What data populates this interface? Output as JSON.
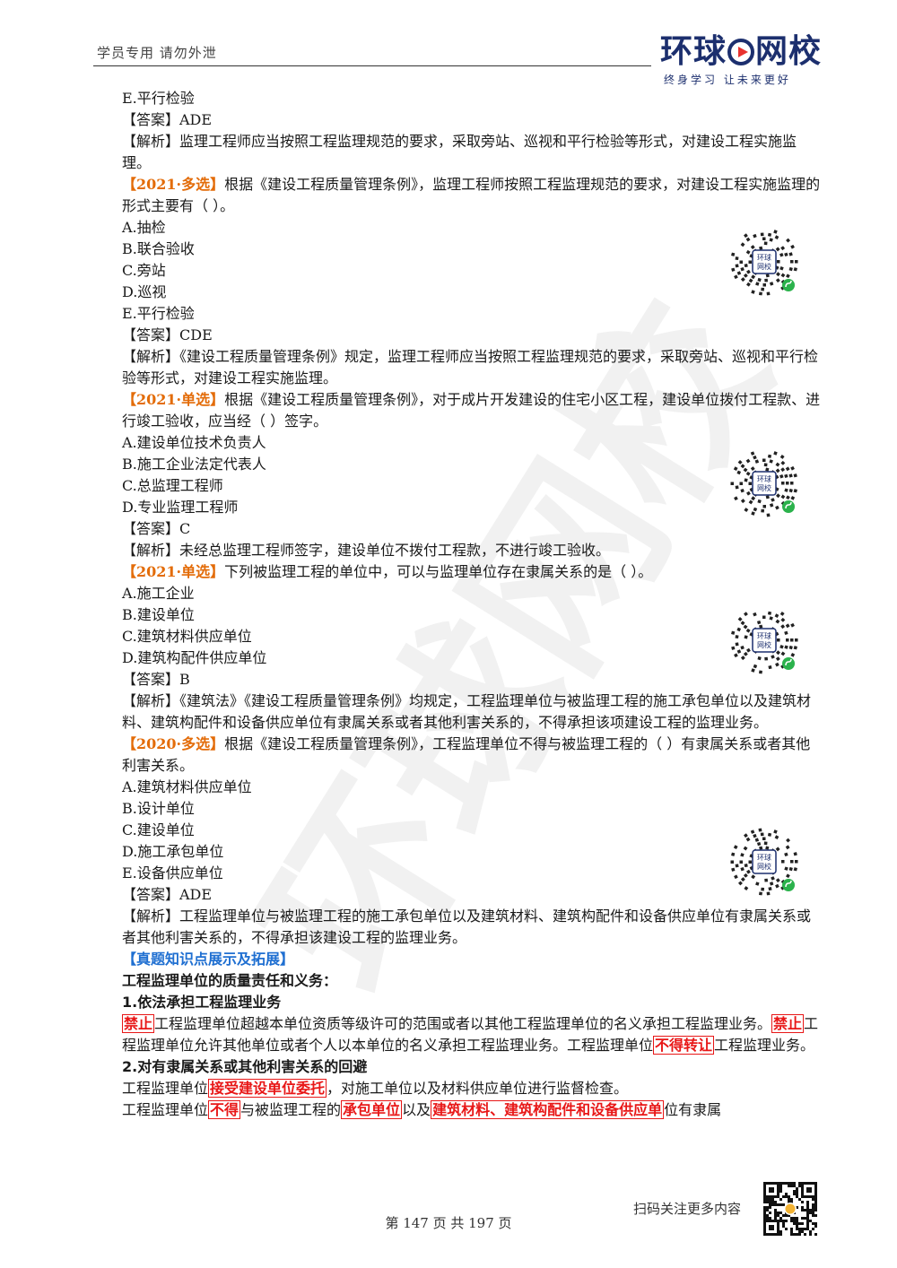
{
  "header": {
    "left_text": "学员专用 请勿外泄",
    "logo_text_a": "环球",
    "logo_text_b": "网校",
    "logo_slogan": "终身学习 让未来更好"
  },
  "watermark": "环球网校",
  "body": {
    "l1": "E.平行检验",
    "l2": "【答案】ADE",
    "l3": "【解析】监理工程师应当按照工程监理规范的要求，采取旁站、巡视和平行检验等形式，对建设工程实施监理。",
    "q1_tag": "【2021·多选】",
    "q1_text": "根据《建设工程质量管理条例》，监理工程师按照工程监理规范的要求，对建设工程实施监理的形式主要有（ ）。",
    "q1_options": [
      "A.抽检",
      "B.联合验收",
      "C.旁站",
      "D.巡视",
      "E.平行检验"
    ],
    "q1_answer": "【答案】CDE",
    "q1_analysis": "【解析】《建设工程质量管理条例》规定，监理工程师应当按照工程监理规范的要求，采取旁站、巡视和平行检验等形式，对建设工程实施监理。",
    "q2_tag": "【2021·单选】",
    "q2_text": "根据《建设工程质量管理条例》，对于成片开发建设的住宅小区工程，建设单位拨付工程款、进行竣工验收，应当经（ ）签字。",
    "q2_options": [
      "A.建设单位技术负责人",
      "B.施工企业法定代表人",
      "C.总监理工程师",
      "D.专业监理工程师"
    ],
    "q2_answer": "【答案】C",
    "q2_analysis": "【解析】未经总监理工程师签字，建设单位不拨付工程款，不进行竣工验收。",
    "q3_tag": "【2021·单选】",
    "q3_text": "下列被监理工程的单位中，可以与监理单位存在隶属关系的是（ ）。",
    "q3_options": [
      "A.施工企业",
      "B.建设单位",
      "C.建筑材料供应单位",
      "D.建筑构配件供应单位"
    ],
    "q3_answer": "【答案】B",
    "q3_analysis": "【解析】《建筑法》《建设工程质量管理条例》均规定，工程监理单位与被监理工程的施工承包单位以及建筑材料、建筑构配件和设备供应单位有隶属关系或者其他利害关系的，不得承担该项建设工程的监理业务。",
    "q4_tag": "【2020·多选】",
    "q4_text": "根据《建设工程质量管理条例》，工程监理单位不得与被监理工程的（ ）有隶属关系或者其他利害关系。",
    "q4_options": [
      "A.建筑材料供应单位",
      "B.设计单位",
      "C.建设单位",
      "D.施工承包单位",
      "E.设备供应单位"
    ],
    "q4_answer": "【答案】ADE",
    "q4_analysis": "【解析】工程监理单位与被监理工程的施工承包单位以及建筑材料、建筑构配件和设备供应单位有隶属关系或者其他利害关系的，不得承担该建设工程的监理业务。",
    "section_title": "【真题知识点展示及拓展】",
    "heading": "工程监理单位的质量责任和义务：",
    "h1": "1.依法承担工程监理业务",
    "p1_hl1": "禁止",
    "p1_t1": "工程监理单位超越本单位资质等级许可的范围或者以其他工程监理单位的名义承担工程监理业务。",
    "p1_hl2": "禁止",
    "p1_t2": "工程监理单位允许其他单位或者个人以本单位的名义承担工程监理业务。工程监理单位",
    "p1_hl3": "不得转让",
    "p1_t3": "工程监理业务。",
    "h2": "2.对有隶属关系或其他利害关系的回避",
    "p2_t1": "工程监理单位",
    "p2_hl1": "接受建设单位委托",
    "p2_t2": "，对施工单位以及材料供应单位进行监督检查。",
    "p3_t1": "工程监理单位",
    "p3_hl1": "不得",
    "p3_t2": "与被监理工程的",
    "p3_hl2": "承包单位",
    "p3_t3": "以及",
    "p3_hl3": "建筑材料、建筑构配件和设备供应单",
    "p3_t4": "位有隶属"
  },
  "footer": {
    "page_text": "第 147 页 共 197 页",
    "scan_text": "扫码关注更多内容"
  },
  "qr_icon_text_a": "环球",
  "qr_icon_text_b": "网校"
}
